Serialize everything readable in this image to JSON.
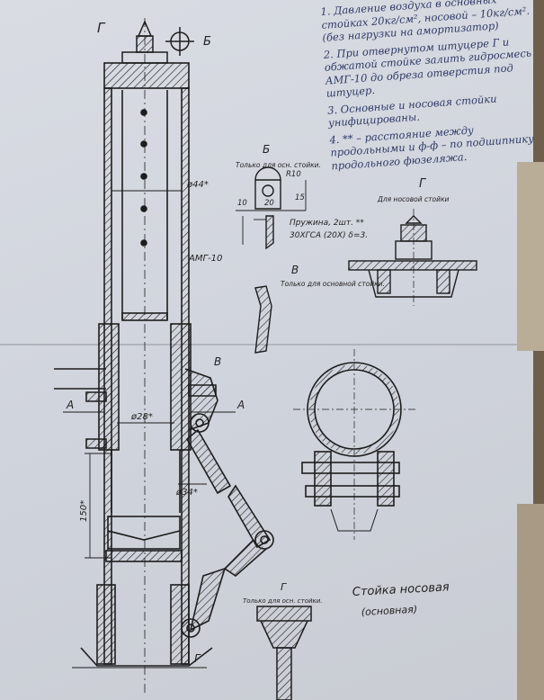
{
  "notes": [
    "1. Давление воздуха в основных стойках 20кг/см², носовой – 10кг/см². (без нагрузки на амортизатор)",
    "2. При отвернутом штуцере Г и обжатой стойке залить гидросмесь АМГ-10 до обреза отверстия под штуцер.",
    "3. Основные и носовая стойки унифицированы.",
    "4. ** – расстояние между продольными и ф-ф – по подшипнику продольного фюзеляжа."
  ],
  "labels": {
    "view_g_top": "Г",
    "view_b_top": "Б",
    "hydraulic": "АМГ-10",
    "dia_44": "ø44*",
    "dia_28": "ø28*",
    "dia_34": "ø34*",
    "dim_150": "150*",
    "section_a_left": "А",
    "section_a_right": "А",
    "view_v_arrow": "В",
    "view_g_bottom": "Г",
    "detail_b_title": "Б",
    "detail_b_note": "Только для осн. стойки.",
    "detail_b_r10": "R10",
    "detail_b_10": "10",
    "detail_b_20": "20",
    "detail_b_15": "15",
    "spring_note": "Пружина, 2шт. **",
    "spring_spec": "30ХГСА (20Х) δ=3.",
    "detail_v_title": "В",
    "detail_v_note": "Только для основной стойки.",
    "detail_g_title": "Г",
    "detail_g_note": "Для носовой стойки",
    "bottom_g_title": "Г",
    "bottom_g_note": "Только для осн. стойки.",
    "strut_title": "Стойка носовая",
    "strut_subtitle": "(основная)"
  },
  "colors": {
    "ink": "#1d1d1d",
    "pen": "#2f3a66",
    "paper": "#d6d9e0",
    "background": "#6f5e4c"
  }
}
